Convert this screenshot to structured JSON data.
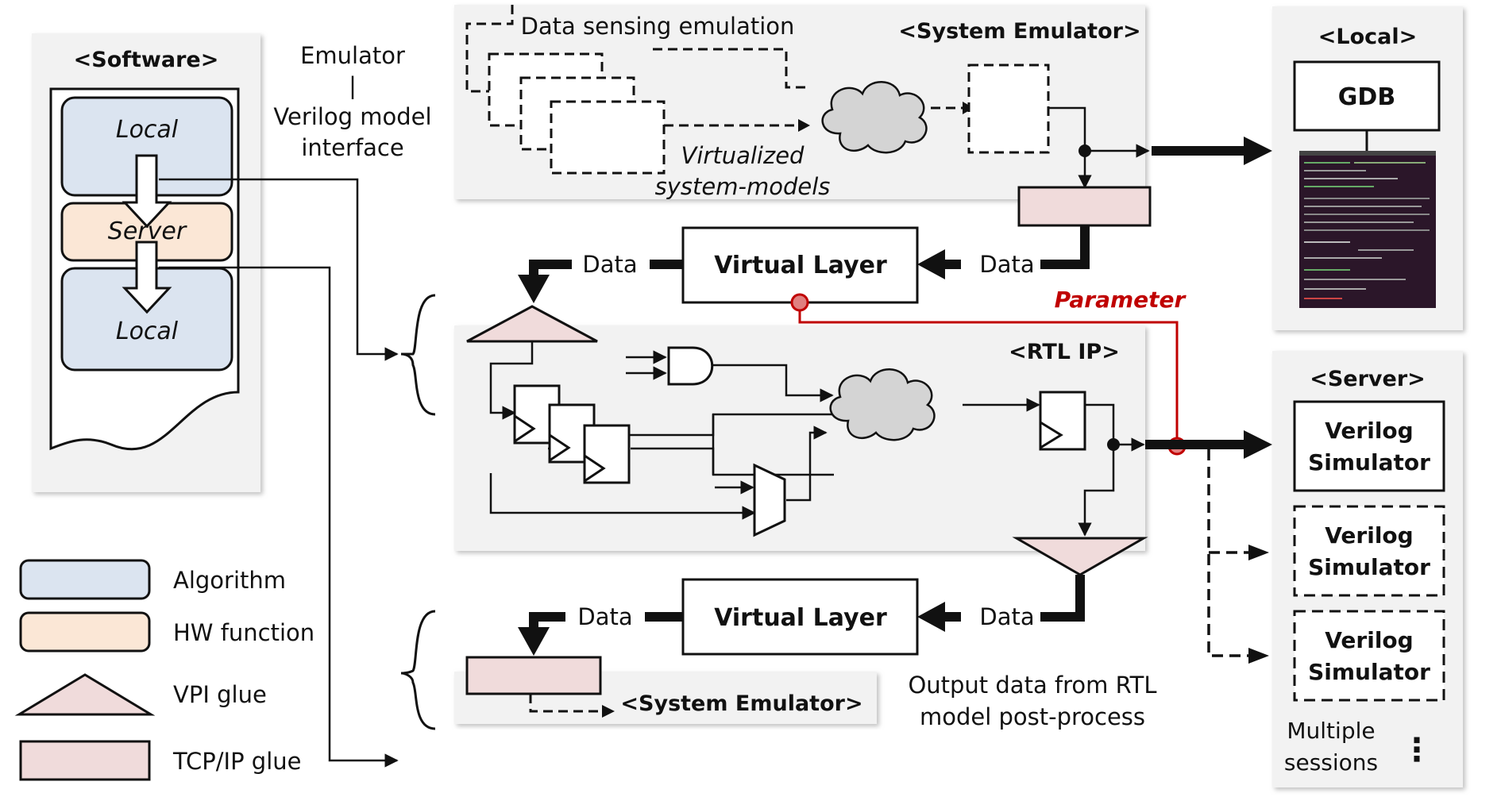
{
  "software": {
    "title": "<Software>",
    "local_top": "Local",
    "server": "Server",
    "local_bottom": "Local"
  },
  "interface_label": [
    "Emulator",
    "|",
    "Verilog model",
    "interface"
  ],
  "system_emulator_top": {
    "title": "<System Emulator>",
    "data_sensing": "Data sensing emulation",
    "virtualized": [
      "Virtualized",
      "system-models"
    ]
  },
  "local_panel": {
    "title": "<Local>",
    "gdb": "GDB"
  },
  "server_panel": {
    "title": "<Server>",
    "simulators": [
      "Verilog Simulator",
      "Verilog Simulator",
      "Verilog Simulator"
    ],
    "multiple_sessions": [
      "Multiple",
      "sessions"
    ],
    "ellipsis": "⋮"
  },
  "virtual_layer_top": {
    "label": "Virtual Layer",
    "data_left": "Data",
    "data_right": "Data"
  },
  "virtual_layer_bottom": {
    "label": "Virtual Layer",
    "data_left": "Data",
    "data_right": "Data"
  },
  "parameter": "Parameter",
  "rtl_ip": {
    "title": "<RTL IP>"
  },
  "system_emulator_bottom": {
    "title": "<System Emulator>"
  },
  "output_note": [
    "Output data from RTL",
    "model post-process"
  ],
  "legend": [
    {
      "label": "Algorithm",
      "color": "#dbe4f0"
    },
    {
      "label": "HW function",
      "color": "#fbe7d6"
    },
    {
      "label": "VPI glue",
      "color": "#f0dbdb"
    },
    {
      "label": "TCP/IP glue",
      "color": "#f0dbdb"
    }
  ],
  "colors": {
    "panel": "#f2f2f2",
    "algorithm": "#dbe4f0",
    "hw_function": "#fbe7d6",
    "glue": "#f0dbdb",
    "cloud": "#d4d4d4",
    "parameter": "#c00000"
  }
}
